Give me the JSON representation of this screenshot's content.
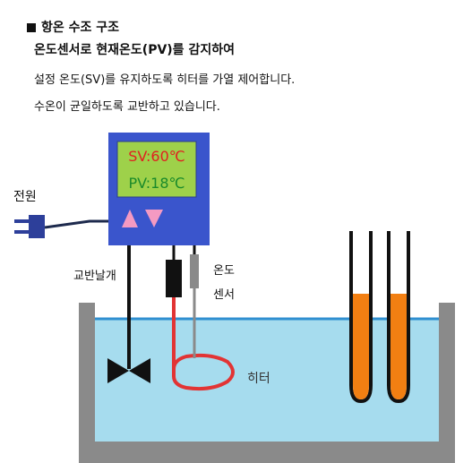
{
  "heading": "항온 수조 구조",
  "description": [
    "온도센서로 현재온도(PV)를 감지하여",
    "설정 온도(SV)를 유지하도록 히터를 가열 제어합니다.",
    "수온이 균일하도록 교반하고 있습니다."
  ],
  "controller": {
    "sv_display": "SV:60℃",
    "pv_display": "PV:18℃",
    "up_button": "up-triangle",
    "down_button": "down-triangle"
  },
  "labels": {
    "power": "전원",
    "stirrer": "교반날개",
    "sensor_line1": "온도",
    "sensor_line2": "센서",
    "heater": "히터"
  },
  "colors": {
    "controller_body": "#3a55cc",
    "display_bg": "#9ed14a",
    "sv_text": "#e02020",
    "pv_text": "#1a8a2a",
    "buttons": "#f49ac2",
    "water": "#a6dcee",
    "tank": "#8a8a8a",
    "heater": "#e23434",
    "test_tube_liquid": "#f27f12"
  }
}
